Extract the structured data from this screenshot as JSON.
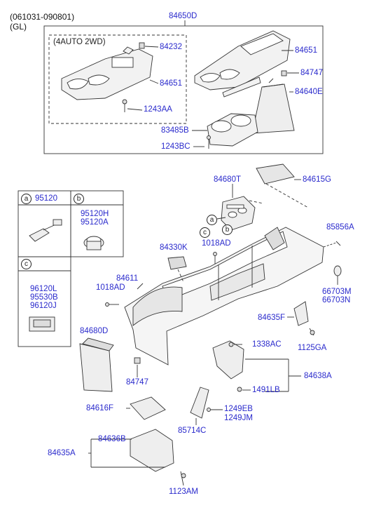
{
  "header": {
    "line1": "(061031-090801)",
    "line2": "(GL)"
  },
  "variant_label": "(4AUTO 2WD)",
  "callouts": {
    "a": "a",
    "b": "b",
    "c": "c"
  },
  "parts": {
    "p84650D": "84650D",
    "p84232": "84232",
    "p84651_left": "84651",
    "p84651_right": "84651",
    "p84747_top": "84747",
    "p1243AA": "1243AA",
    "p84640E": "84640E",
    "p83485B": "83485B",
    "p1243BC": "1243BC",
    "p84680T": "84680T",
    "p84615G": "84615G",
    "p95120": "95120",
    "p95120H": "95120H",
    "p95120A": "95120A",
    "p96120L": "96120L",
    "p95530B": "95530B",
    "p96120J": "96120J",
    "p84330K": "84330K",
    "p1018AD_top": "1018AD",
    "p85856A": "85856A",
    "p84611": "84611",
    "p1018AD_left": "1018AD",
    "p66703M": "66703M",
    "p66703N": "66703N",
    "p84635F": "84635F",
    "p84680D": "84680D",
    "p1338AC": "1338AC",
    "p1125GA": "1125GA",
    "p84638A": "84638A",
    "p84747_bottom": "84747",
    "p1491LB": "1491LB",
    "p84616F": "84616F",
    "p1249EB": "1249EB",
    "p1249JM": "1249JM",
    "p85714C": "85714C",
    "p84636B": "84636B",
    "p84635A": "84635A",
    "p1123AM": "1123AM"
  },
  "colors": {
    "label_blue": "#2a2acc",
    "line": "#333333",
    "part_fill": "#f2f2f2"
  }
}
